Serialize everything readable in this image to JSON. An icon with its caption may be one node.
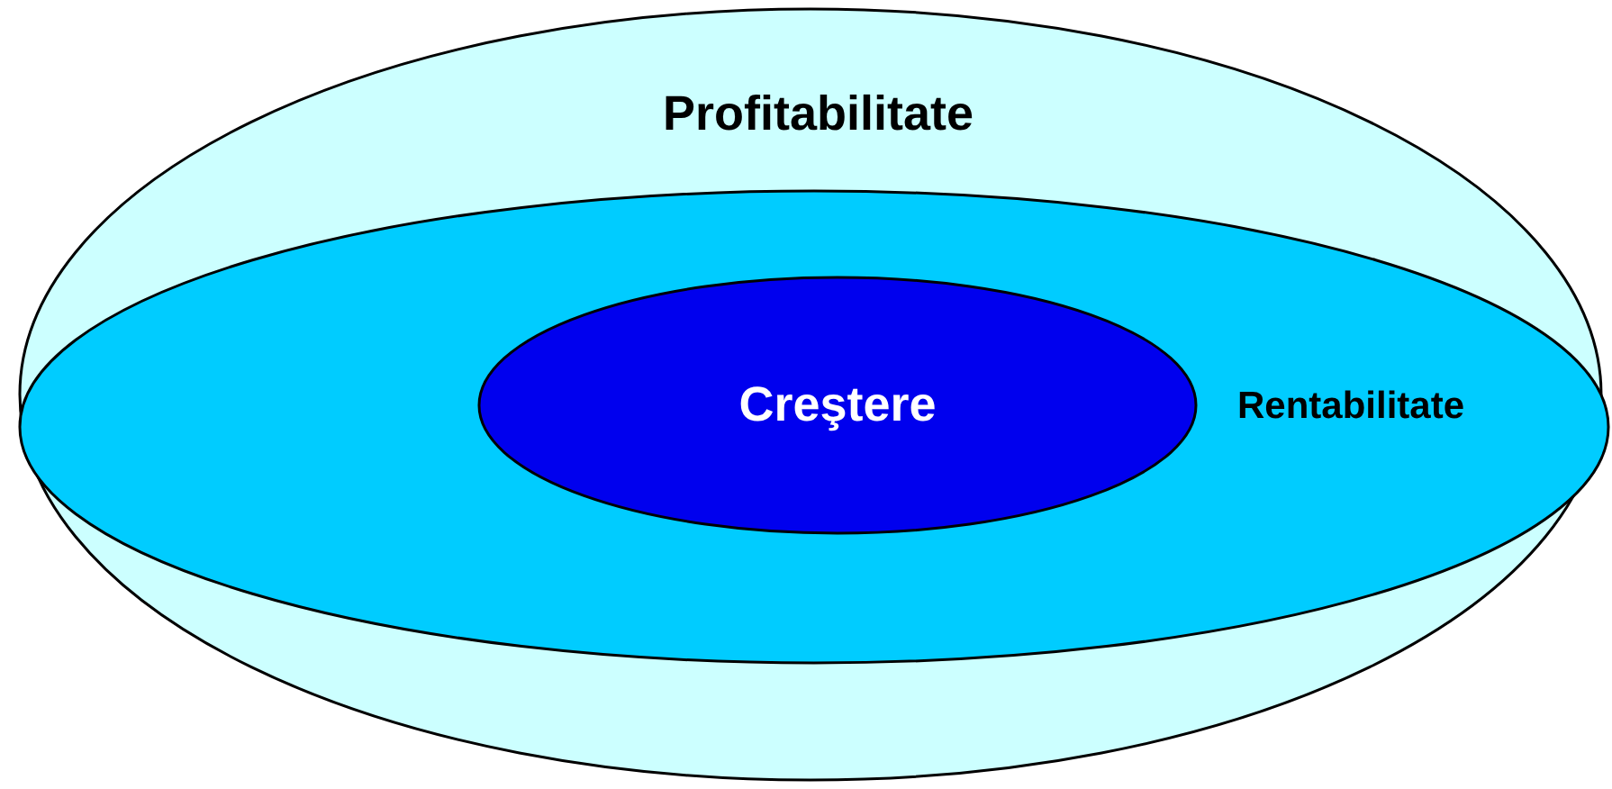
{
  "diagram": {
    "nodes": [
      {
        "text": [
          "Profitabilitate"
        ]
      },
      {
        "text": [
          "Rentabilitate"
        ],
        "in": 0
      },
      {
        "text": [
          "Creştere"
        ],
        "in": 1
      }
    ]
  }
}
